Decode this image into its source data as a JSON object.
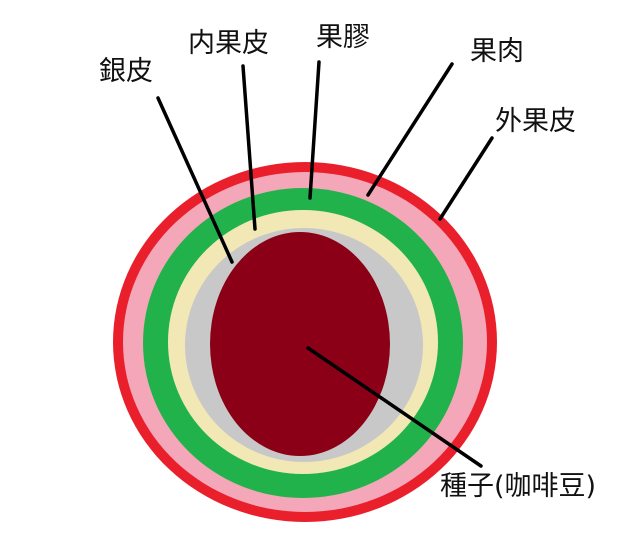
{
  "labels": {
    "silver_skin": "銀皮",
    "endocarp": "内果皮",
    "mucilage": "果膠",
    "pulp": "果肉",
    "exocarp": "外果皮",
    "seed": "種子(咖啡豆)"
  },
  "colors": {
    "exocarp": "#ea1f2c",
    "pulp": "#f4a7b9",
    "mucilage": "#22b24c",
    "endocarp": "#f2e8b6",
    "silver_skin": "#c8c8c8",
    "seed": "#8b0016"
  }
}
